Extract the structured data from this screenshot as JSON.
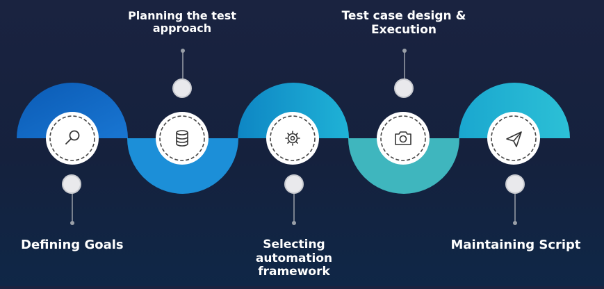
{
  "steps": [
    {
      "label": "Defining Goals",
      "icon": "magnifier-icon"
    },
    {
      "label": "Planning the test approach",
      "icon": "database-icon"
    },
    {
      "label": "Selecting automation framework",
      "icon": "gear-icon"
    },
    {
      "label": "Test case design & Execution",
      "icon": "camera-icon"
    },
    {
      "label": "Maintaining Script",
      "icon": "paper-plane-icon"
    }
  ],
  "colors": {
    "background": "#16213e",
    "step1": "#1565c0",
    "step2": "#1c8fd8",
    "step3": "#17a2c8",
    "step4": "#3fb6be",
    "step5": "#24b9d2",
    "node": "#e9e9ec",
    "connector": "#9aa0a8"
  }
}
